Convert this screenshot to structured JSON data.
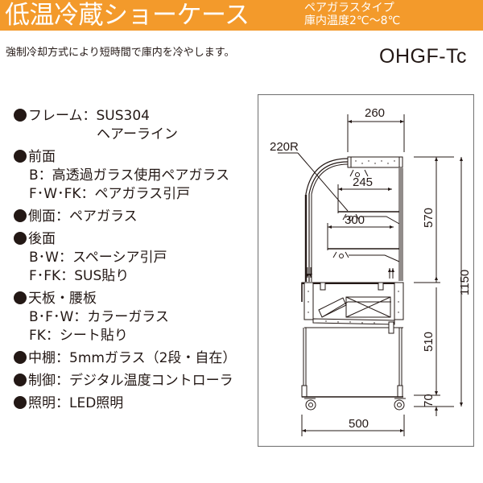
{
  "header": {
    "title": "低温冷蔵ショーケース",
    "subtitle_line1": "ペアガラスタイプ",
    "subtitle_line2": "庫内温度2℃～8℃",
    "background_color": "#f39a2b"
  },
  "tagline": "強制冷却方式により短時間で庫内を冷やします。",
  "model": "OHGF-Tc",
  "specs": [
    {
      "label": "フレーム：SUS304",
      "lines": [
        "ヘアーライン"
      ]
    },
    {
      "label": "前面",
      "lines": [
        "B：高透過ガラス使用ペアガラス",
        "F･W･FK：ペアガラス引戸"
      ]
    },
    {
      "label": "側面：ペアガラス",
      "lines": []
    },
    {
      "label": "後面",
      "lines": [
        "B･W：スペーシア引戸",
        "F･FK：SUS貼り"
      ]
    },
    {
      "label": "天板・腰板",
      "lines": [
        "B･F･W：カラーガラス",
        "FK：シート貼り"
      ]
    },
    {
      "label": "中棚：5mmガラス（2段・自在）",
      "lines": []
    },
    {
      "label": "制御：デジタル温度コントローラ",
      "lines": []
    },
    {
      "label": "照明：LED照明",
      "lines": []
    }
  ],
  "drawing": {
    "dimensions": {
      "top_depth": "260",
      "radius": "220R",
      "upper_shelf": "245",
      "lower_shelf": "300",
      "upper_height": "570",
      "total_height": "1150",
      "base_height": "510",
      "caster_height": "70",
      "base_depth": "500"
    }
  }
}
